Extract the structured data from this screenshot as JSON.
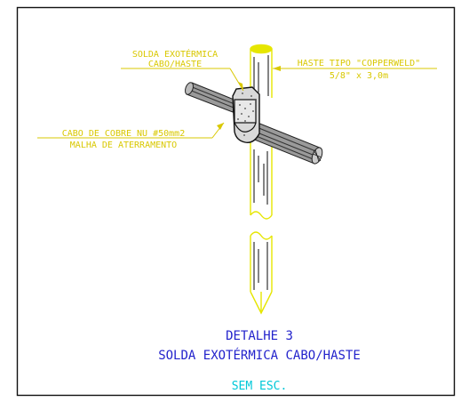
{
  "labels": {
    "weld_line1": "SOLDA EXOTÉRMICA",
    "weld_line2": "CABO/HASTE",
    "rod_line1": "HASTE TIPO \"COPPERWELD\"",
    "rod_line2": "5/8\" x 3,0m",
    "cable_line1": "CABO DE COBRE NU #50mm2",
    "cable_line2": "MALHA DE ATERRAMENTO"
  },
  "caption": {
    "detail": "DETALHE 3",
    "title": "SOLDA EXOTÉRMICA CABO/HASTE",
    "scale": "SEM ESC."
  },
  "colors": {
    "rod": "#e6e600",
    "labels": "#d9c800",
    "caption": "#2323cc",
    "scale": "#00c8d8",
    "frame": "#000000"
  }
}
